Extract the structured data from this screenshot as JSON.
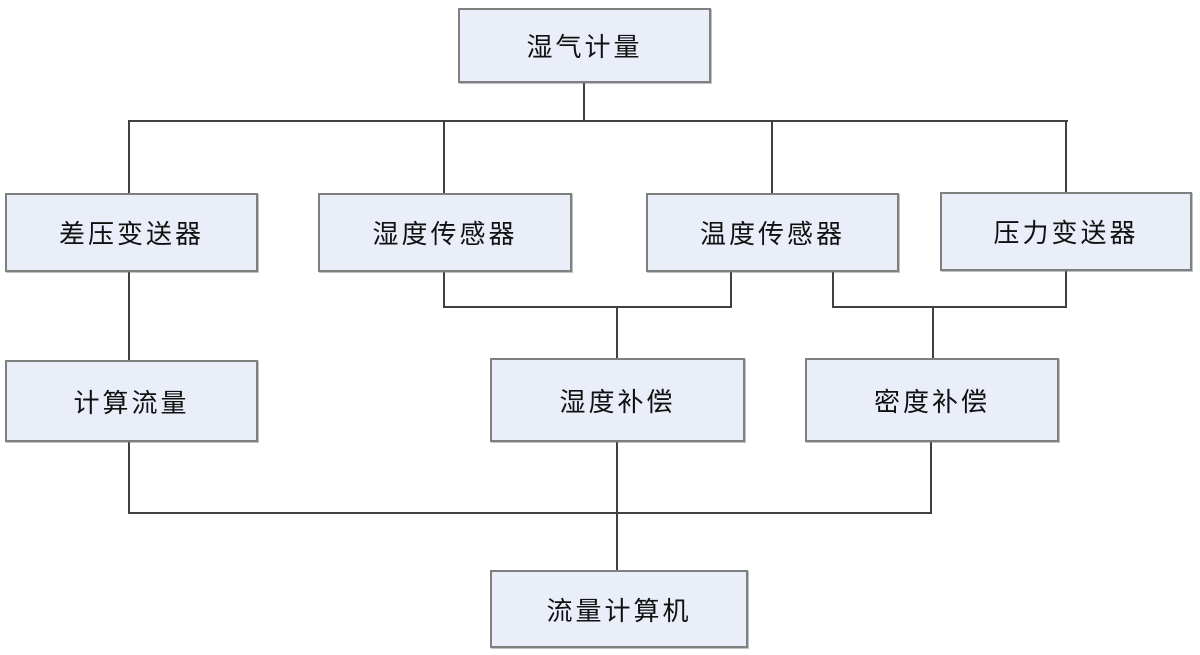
{
  "colors": {
    "background": "#ffffff",
    "box_fill": "#e9eef9",
    "box_border": "#7f7f7f",
    "connector": "#404040"
  },
  "nodes": {
    "wet_gas_metering": {
      "label": "湿气计量"
    },
    "dp_transmitter": {
      "label": "差压变送器"
    },
    "humidity_sensor": {
      "label": "湿度传感器"
    },
    "temperature_sensor": {
      "label": "温度传感器"
    },
    "pressure_transmitter": {
      "label": "压力变送器"
    },
    "calculate_flow": {
      "label": "计算流量"
    },
    "humidity_comp": {
      "label": "湿度补偿"
    },
    "density_comp": {
      "label": "密度补偿"
    },
    "flow_computer": {
      "label": "流量计算机"
    }
  },
  "edges": [
    {
      "from": "湿气计量",
      "to": "差压变送器"
    },
    {
      "from": "湿气计量",
      "to": "湿度传感器"
    },
    {
      "from": "湿气计量",
      "to": "温度传感器"
    },
    {
      "from": "湿气计量",
      "to": "压力变送器"
    },
    {
      "from": "差压变送器",
      "to": "计算流量"
    },
    {
      "from": "湿度传感器",
      "to": "湿度补偿"
    },
    {
      "from": "温度传感器",
      "to": "湿度补偿"
    },
    {
      "from": "温度传感器",
      "to": "密度补偿"
    },
    {
      "from": "压力变送器",
      "to": "密度补偿"
    },
    {
      "from": "计算流量",
      "to": "流量计算机"
    },
    {
      "from": "湿度补偿",
      "to": "流量计算机"
    },
    {
      "from": "密度补偿",
      "to": "流量计算机"
    }
  ]
}
